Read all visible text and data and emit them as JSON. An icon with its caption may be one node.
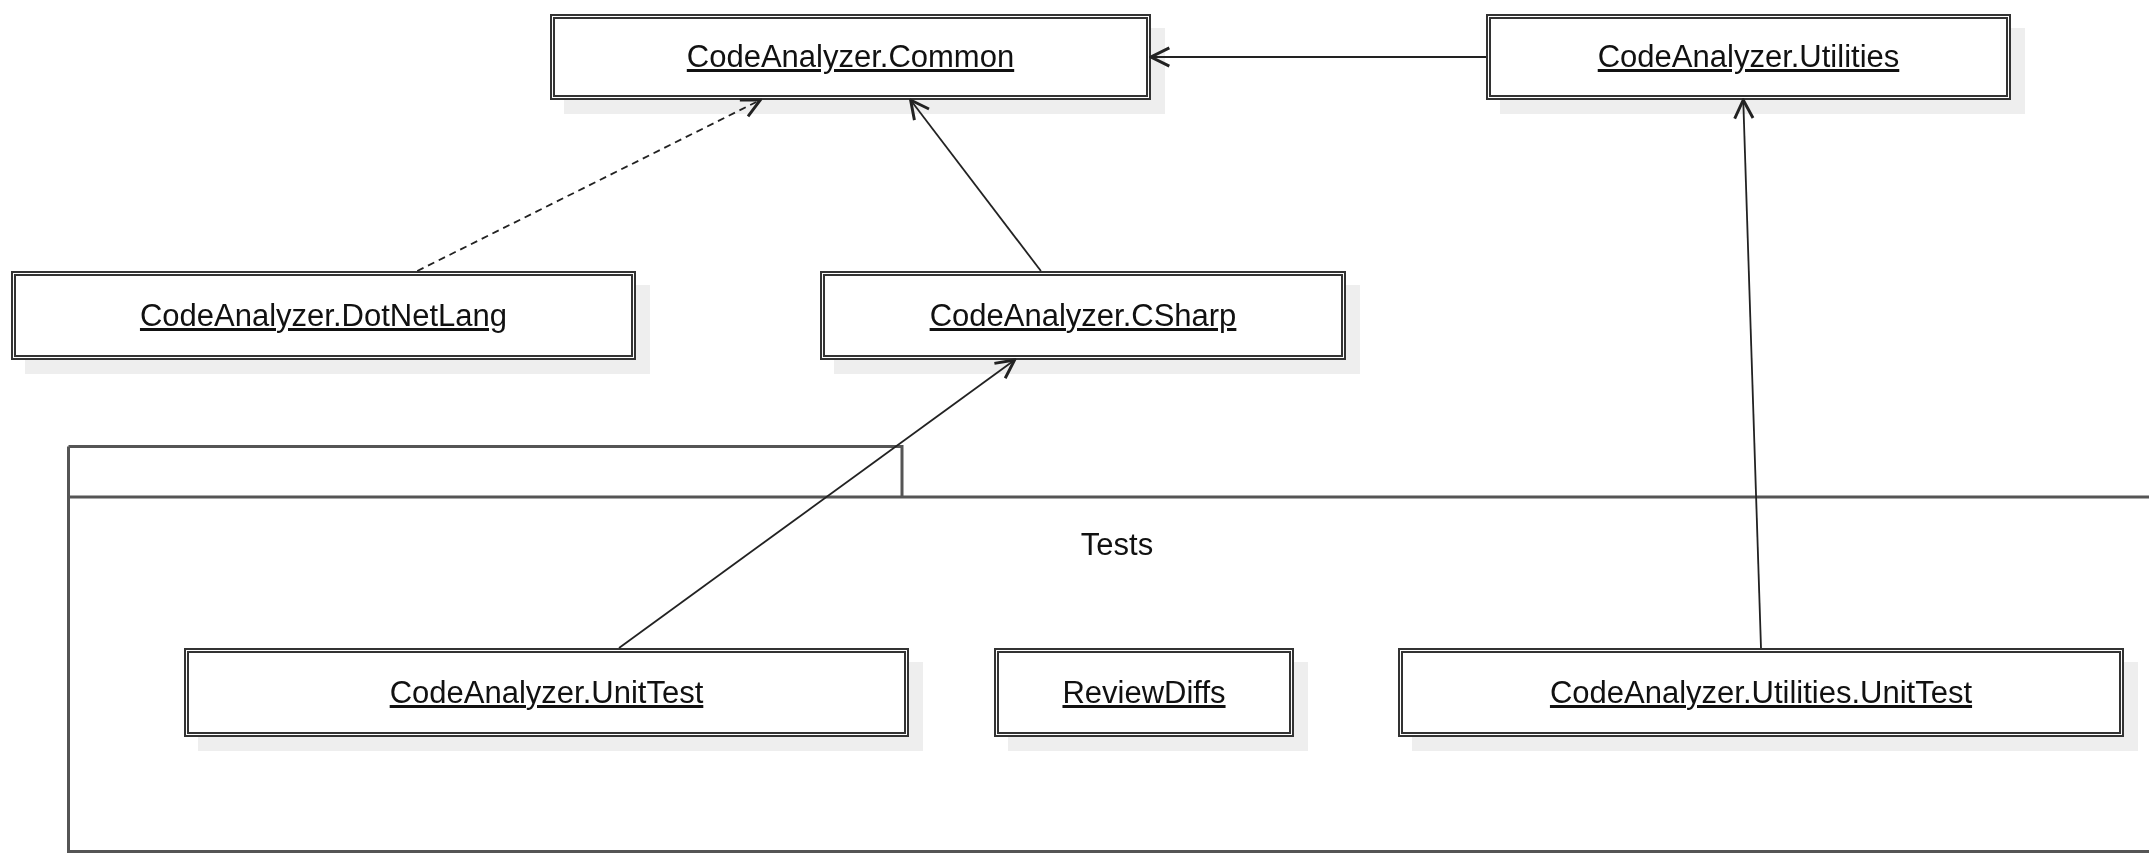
{
  "diagram": {
    "nodes": [
      {
        "text": [
          "CodeAnalyzer.Common"
        ]
      },
      {
        "text": [
          "CodeAnalyzer.Utilities"
        ]
      },
      {
        "text": [
          "CodeAnalyzer.DotNetLang"
        ]
      },
      {
        "text": [
          "CodeAnalyzer.CSharp"
        ]
      },
      {
        "text": [
          "Tests"
        ]
      },
      {
        "text": [
          "CodeAnalyzer.UnitTest"
        ],
        "in": 4
      },
      {
        "text": [
          "ReviewDiffs"
        ],
        "in": 4
      },
      {
        "text": [
          "CodeAnalyzer.Utilities.UnitTest"
        ],
        "in": 4
      }
    ],
    "edges": [
      {
        "from": 1,
        "to": 0,
        "arrow": "to"
      },
      {
        "from": 2,
        "to": 0,
        "arrow": "to",
        "style": "dashed"
      },
      {
        "from": 3,
        "to": 0,
        "arrow": "to"
      },
      {
        "from": 5,
        "to": 3,
        "arrow": "to"
      },
      {
        "from": 7,
        "to": 1,
        "arrow": "to"
      }
    ]
  }
}
